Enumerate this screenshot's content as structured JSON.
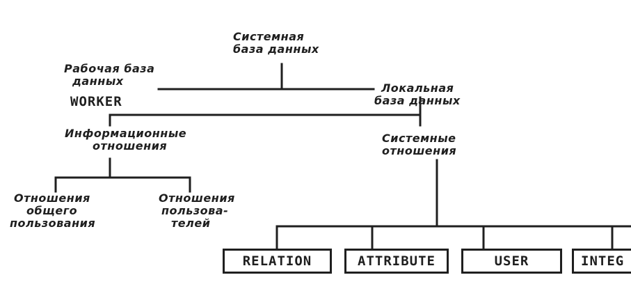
{
  "nodes": {
    "system_db": [
      "Системная",
      "база  данных"
    ],
    "worker_db": [
      "Рабочая  база",
      "данных"
    ],
    "worker_name": "WORKER",
    "local_db": [
      "Локальная",
      "база  данных"
    ],
    "info_rel": [
      "Информационные",
      "отношения"
    ],
    "system_rel": [
      "Системные",
      "отношения"
    ],
    "shared_rel": [
      "Отношения",
      "общего",
      "пользования"
    ],
    "user_rel": [
      "Отношения",
      "пользова-",
      "телей"
    ]
  },
  "boxes": [
    "RELATION",
    "ATTRIBUTE",
    "USER",
    "INTEG"
  ]
}
